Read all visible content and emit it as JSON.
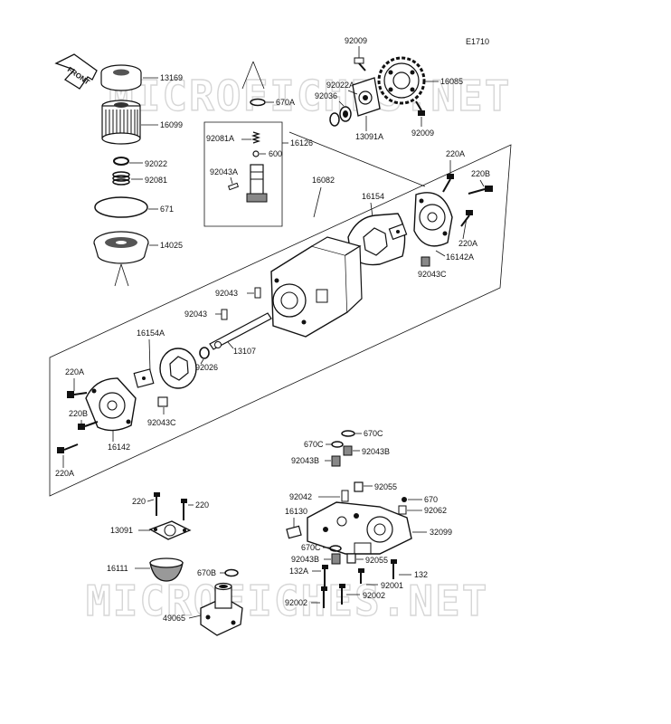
{
  "diagram_code": "E1710",
  "front_label": "FRONT",
  "watermark": "MICROFICHES.NET",
  "callouts": {
    "p13169": "13169",
    "p16099": "16099",
    "p92022": "92022",
    "p92081": "92081",
    "p671": "671",
    "p14025": "14025",
    "p670A": "670A",
    "p92081A": "92081A",
    "p16126": "16126",
    "p600": "600",
    "p92043A": "92043A",
    "p92009_top": "92009",
    "p92022A": "92022A",
    "p92036": "92036",
    "p16085": "16085",
    "p13091A": "13091A",
    "p92009_bot": "92009",
    "p16082": "16082",
    "p220A_1": "220A",
    "p220B_1": "220B",
    "p16154": "16154",
    "p220A_2": "220A",
    "p16142A": "16142A",
    "p92043C_1": "92043C",
    "p92043_1": "92043",
    "p92043_2": "92043",
    "p13107": "13107",
    "p16154A": "16154A",
    "p92026": "92026",
    "p220A_3": "220A",
    "p220B_2": "220B",
    "p92043C_2": "92043C",
    "p16142": "16142",
    "p220A_4": "220A",
    "p670C_1": "670C",
    "p670C_2": "670C",
    "p92043B_1": "92043B",
    "p92043B_2": "92043B",
    "p92042": "92042",
    "p92055_1": "92055",
    "p16130": "16130",
    "p670": "670",
    "p92062": "92062",
    "p32099": "32099",
    "p670C_3": "670C",
    "p92043B_3": "92043B",
    "p92055_2": "92055",
    "p132A": "132A",
    "p132": "132",
    "p92001": "92001",
    "p92002_1": "92002",
    "p92002_2": "92002",
    "p220_1": "220",
    "p220_2": "220",
    "p13091": "13091",
    "p16111": "16111",
    "p670B": "670B",
    "p49065": "49065"
  }
}
